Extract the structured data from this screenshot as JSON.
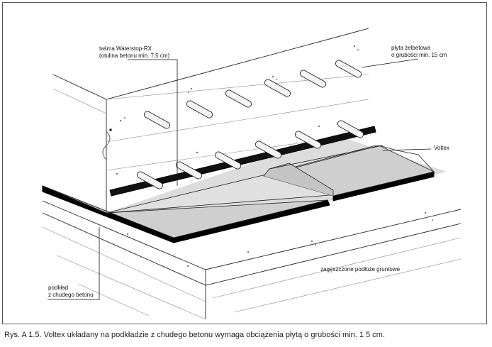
{
  "labels": {
    "waterstop_line1": "taśma Waterstop-RX",
    "waterstop_line2": "(otulina betonu min. 7,5 cm)",
    "slab_line1": "płyta żelbetowa",
    "slab_line2": "o grubości min. 15 cm",
    "voltex": "Voltex",
    "soil": "zagęszczone podłoże gruntowe",
    "base_line1": "podkład",
    "base_line2": "z chudego betonu"
  },
  "caption": "Rys. A 1.5. Voltex układany na podkładzie z chudego betonu wymaga obciążenia płytą o grubości min. 1 5 cm."
}
